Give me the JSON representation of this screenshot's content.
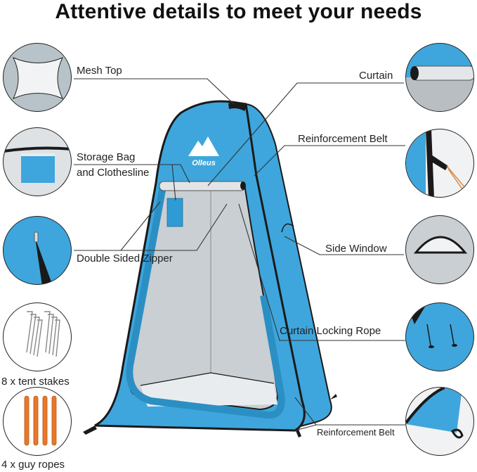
{
  "title": "Attentive details to meet your needs",
  "brand": "Olleus",
  "colors": {
    "tent_blue": "#3ea6dc",
    "tent_blue_dark": "#2b8fc4",
    "tent_trim": "#1a1a1a",
    "interior_gray": "#c9cfd3",
    "rope_orange": "#e8782a",
    "line_color": "#333333"
  },
  "features_left": [
    {
      "label": "Mesh Top",
      "icon": "mesh-top-detail"
    },
    {
      "label_line1": "Storage Bag",
      "label_line2": "and Clothesline",
      "icon": "storage-bag-detail"
    },
    {
      "label": "Double Sided Zipper",
      "icon": "zipper-detail"
    }
  ],
  "features_right": [
    {
      "label": "Curtain",
      "icon": "curtain-roll-detail"
    },
    {
      "label": "Reinforcement Belt",
      "icon": "reinforcement-belt-detail"
    },
    {
      "label": "Side Window",
      "icon": "side-window-detail"
    },
    {
      "label": "Curtain Locking Rope",
      "icon": "locking-rope-detail"
    },
    {
      "label": "Reinforcement Belt",
      "icon": "ground-loop-detail"
    }
  ],
  "accessories": [
    {
      "label": "8 x tent stakes",
      "icon": "tent-stakes"
    },
    {
      "label": "4 x guy ropes",
      "icon": "guy-ropes"
    }
  ]
}
